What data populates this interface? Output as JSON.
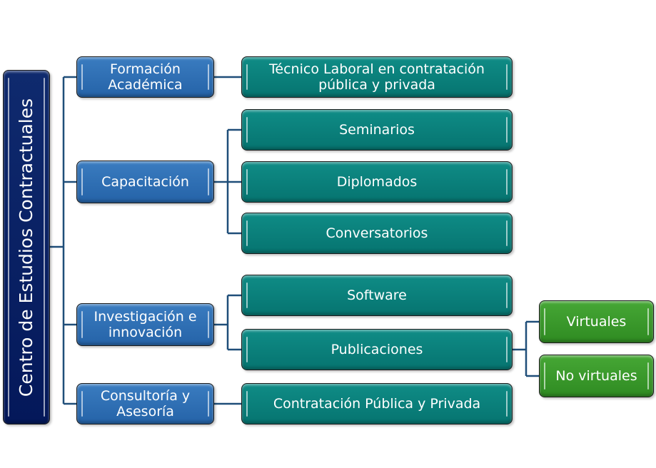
{
  "root": "Centro de Estudios Contractuales",
  "branches": [
    {
      "label": "Formación Académica",
      "children": [
        {
          "label": "Técnico Laboral en contratación pública y privada"
        }
      ]
    },
    {
      "label": "Capacitación",
      "children": [
        {
          "label": "Seminarios"
        },
        {
          "label": "Diplomados"
        },
        {
          "label": "Conversatorios"
        }
      ]
    },
    {
      "label": "Investigación e innovación",
      "children": [
        {
          "label": "Software"
        },
        {
          "label": "Publicaciones",
          "children": [
            {
              "label": "Virtuales"
            },
            {
              "label": "No virtuales"
            }
          ]
        }
      ]
    },
    {
      "label": "Consultoría y Asesoría",
      "children": [
        {
          "label": "Contratación Pública y Privada"
        }
      ]
    }
  ],
  "colors": {
    "root": "#0a2266",
    "level1": "#2e6db0",
    "level2": "#0a7f7a",
    "level3": "#3a9a2a",
    "connector": "#1f4e79"
  }
}
